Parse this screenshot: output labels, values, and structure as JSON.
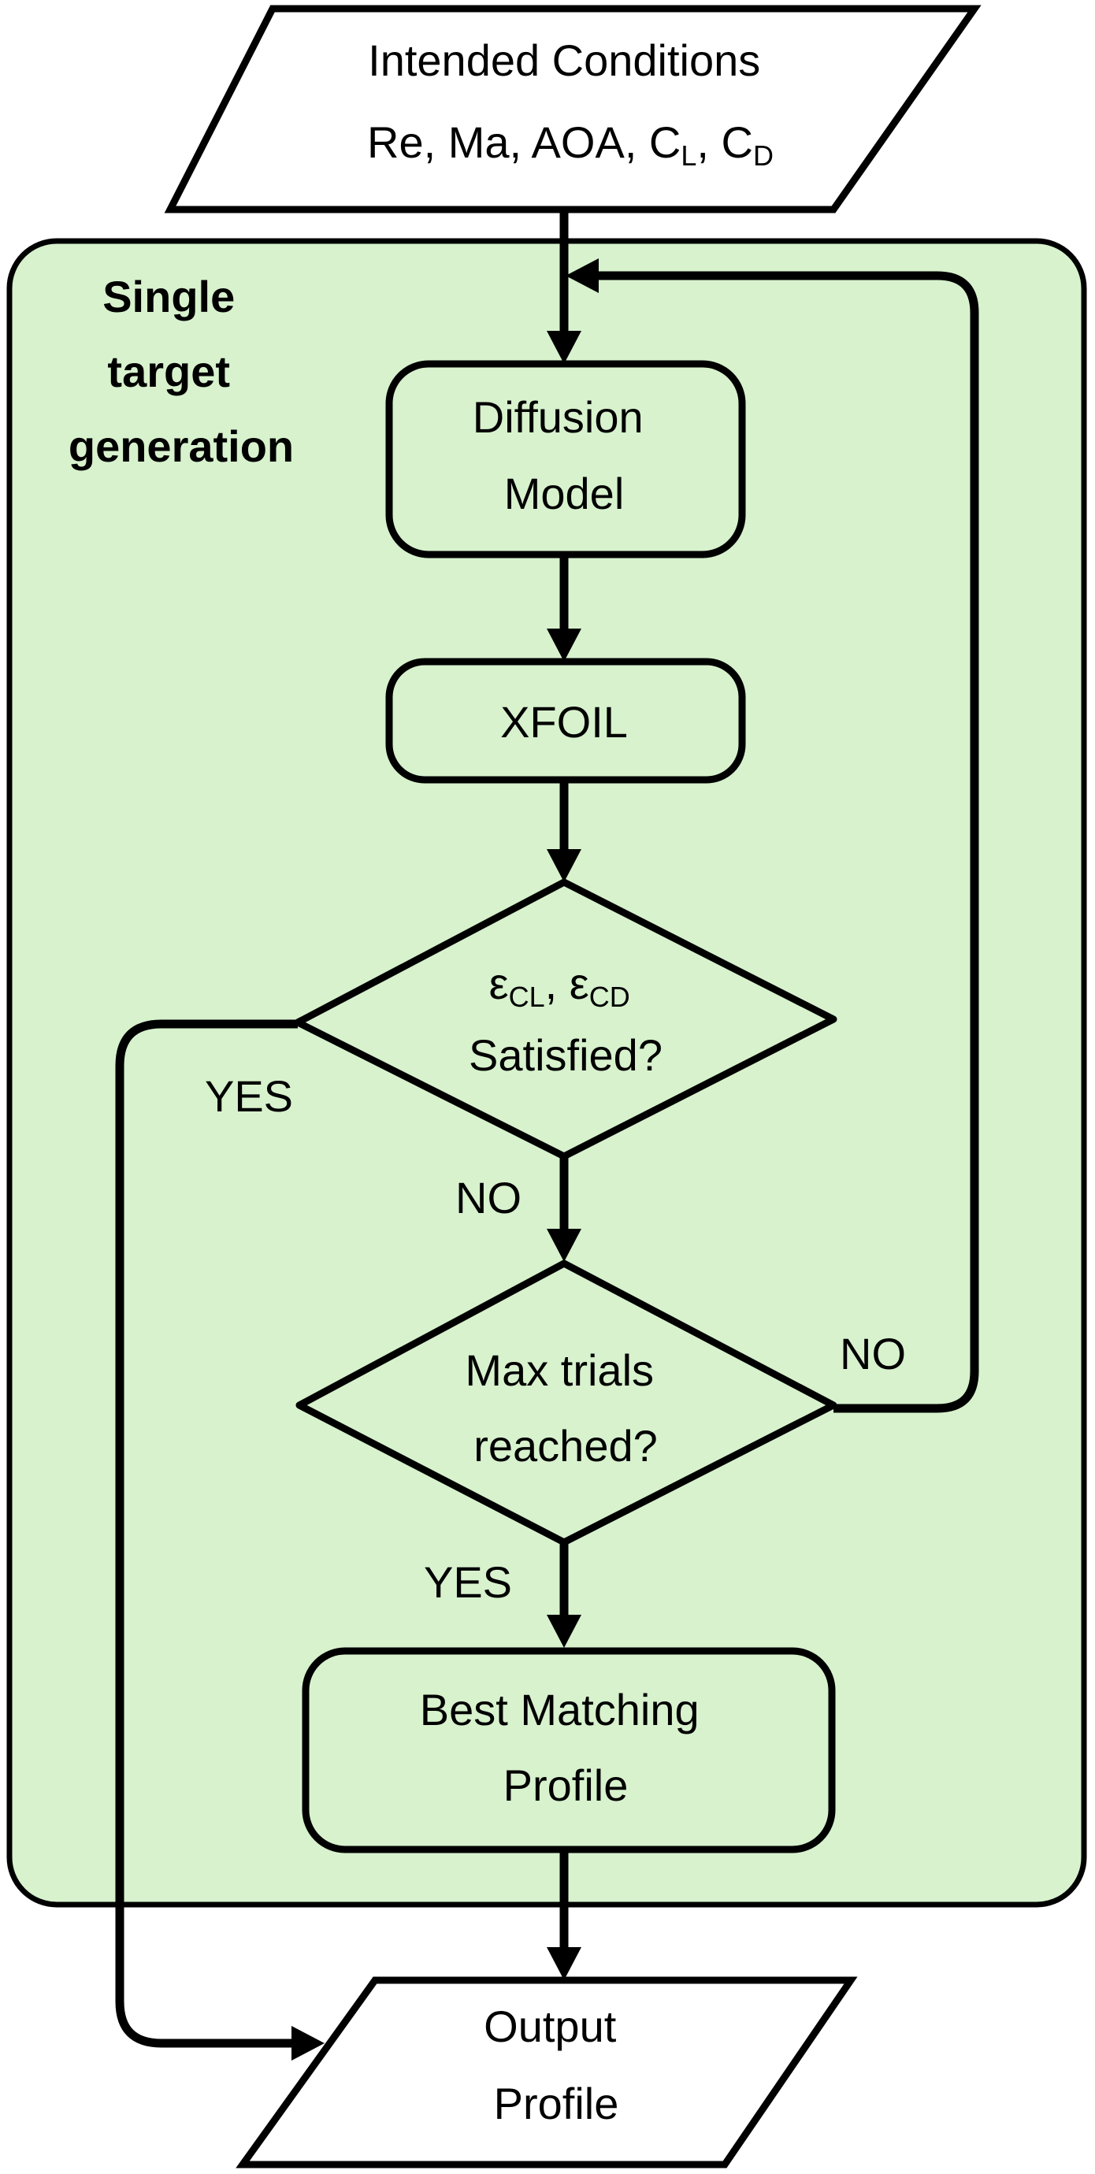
{
  "group": {
    "label_lines": [
      "Single",
      "target",
      "generation"
    ],
    "fill_color": "#d7f2cd"
  },
  "nodes": {
    "input": {
      "line1": "Intended Conditions",
      "line2_prefix": "Re, Ma, AOA, C",
      "line2_sub1": "L",
      "line2_mid": ", C",
      "line2_sub2": "D"
    },
    "diffusion": {
      "line1": "Diffusion",
      "line2": "Model"
    },
    "xfoil": {
      "line1": "XFOIL"
    },
    "satisfied": {
      "eps1": "ε",
      "eps1_sub": "CL",
      "sep": ", ",
      "eps2": "ε",
      "eps2_sub": "CD",
      "line2": "Satisfied?"
    },
    "max_trials": {
      "line1": "Max trials",
      "line2": "reached?"
    },
    "best": {
      "line1": "Best Matching",
      "line2": "Profile"
    },
    "output": {
      "line1": "Output",
      "line2": "Profile"
    }
  },
  "edges": {
    "satisfied_yes": "YES",
    "satisfied_no": "NO",
    "max_trials_no": "NO",
    "max_trials_yes": "YES"
  }
}
